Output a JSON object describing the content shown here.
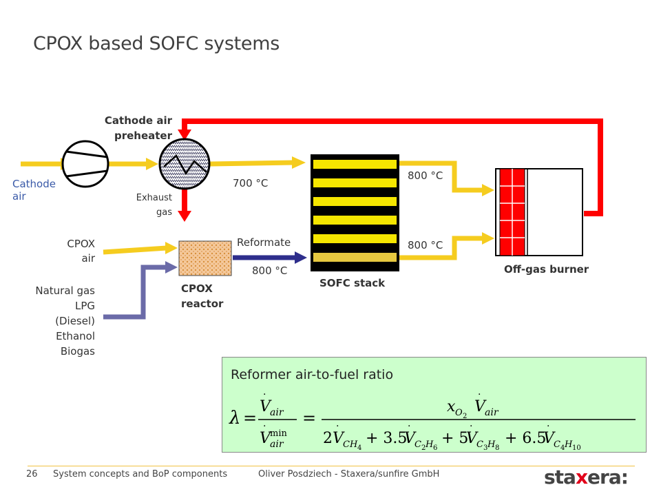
{
  "title": "CPOX based SOFC systems",
  "labels": {
    "cathode_air": "Cathode\nair",
    "cathode_air_preheater": "Cathode air\npreheater",
    "exhaust_gas": "Exhaust\ngas",
    "temp_700": "700 °C",
    "temp_800_top": "800 °C",
    "temp_800_bottom": "800 °C",
    "temp_800_reformate": "800 °C",
    "reformate": "Reformate",
    "cpox_air": "CPOX\nair",
    "fuels": "Natural gas\nLPG\n(Diesel)\nEthanol\nBiogas",
    "cpox_reactor": "CPOX\nreactor",
    "sofc_stack": "SOFC stack",
    "off_gas_burner": "Off-gas burner"
  },
  "formula_box": {
    "caption": "Reformer air-to-fuel ratio"
  },
  "footer": {
    "page_number": "26",
    "topic": "System concepts and BoP components",
    "author": "Oliver Posdziech - Staxera/sunfire GmbH",
    "logo_part1": "sta",
    "logo_accent": "x",
    "logo_part2": "era:"
  },
  "colors": {
    "air_line": "#f5cc1f",
    "exhaust_line": "#ff0000",
    "fuel_line": "#6b6ba8",
    "reformate_line": "#2e2e8c",
    "formula_bg": "#ccffcc",
    "cathode_air_text": "#3a5aa8",
    "burner_brick": "#ff0000"
  }
}
